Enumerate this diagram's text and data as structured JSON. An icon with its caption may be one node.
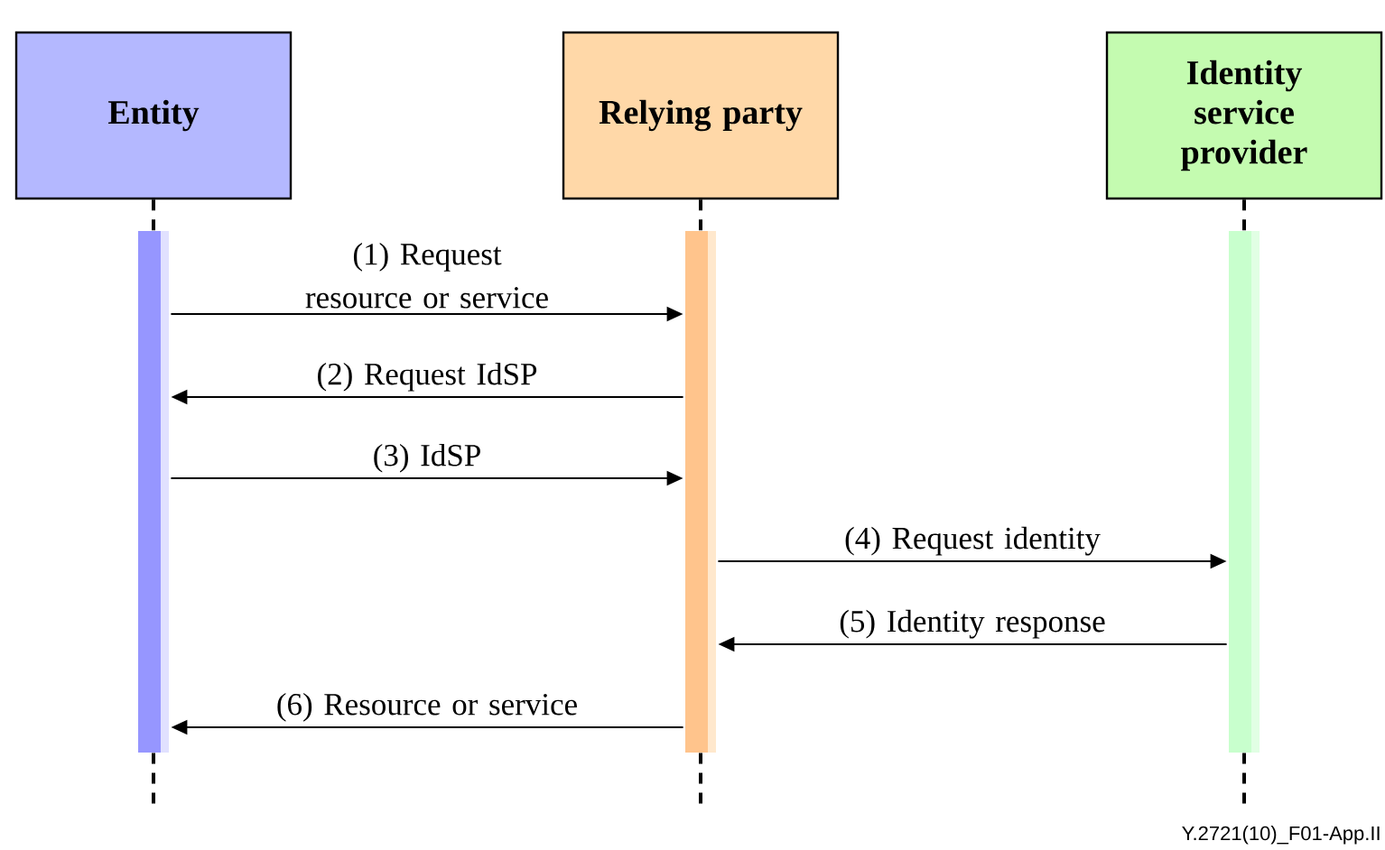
{
  "diagram": {
    "nodes": [
      {
        "text": [
          "Entity"
        ]
      },
      {
        "text": [
          "Relying party"
        ]
      },
      {
        "text": [
          "Identity service provider"
        ]
      },
      {
        "text": [],
        "shape": "bar"
      },
      {
        "text": [],
        "shape": "bar"
      },
      {
        "text": [],
        "shape": "bar"
      }
    ],
    "edges": [
      {
        "from": 0,
        "to": 3,
        "arrow": "none",
        "style": "dashed"
      },
      {
        "from": 1,
        "to": 4,
        "arrow": "none",
        "style": "dashed"
      },
      {
        "from": 2,
        "to": 5,
        "arrow": "none",
        "style": "dashed"
      },
      {
        "from": 3,
        "to": 4,
        "arrow": "to",
        "label": "(1) Request resource or service"
      },
      {
        "from": 4,
        "to": 3,
        "arrow": "to",
        "label": "(2) Request IdSP"
      },
      {
        "from": 3,
        "to": 4,
        "arrow": "to",
        "label": "(3) IdSP"
      },
      {
        "from": 4,
        "to": 5,
        "arrow": "to",
        "label": "(4) Request identity"
      },
      {
        "from": 5,
        "to": 4,
        "arrow": "to",
        "label": "(5) Identity response"
      },
      {
        "from": 4,
        "to": 3,
        "arrow": "to",
        "label": "(6) Resource or service"
      }
    ],
    "labels": [
      "Y.2721(10)_F01-App.II"
    ]
  }
}
